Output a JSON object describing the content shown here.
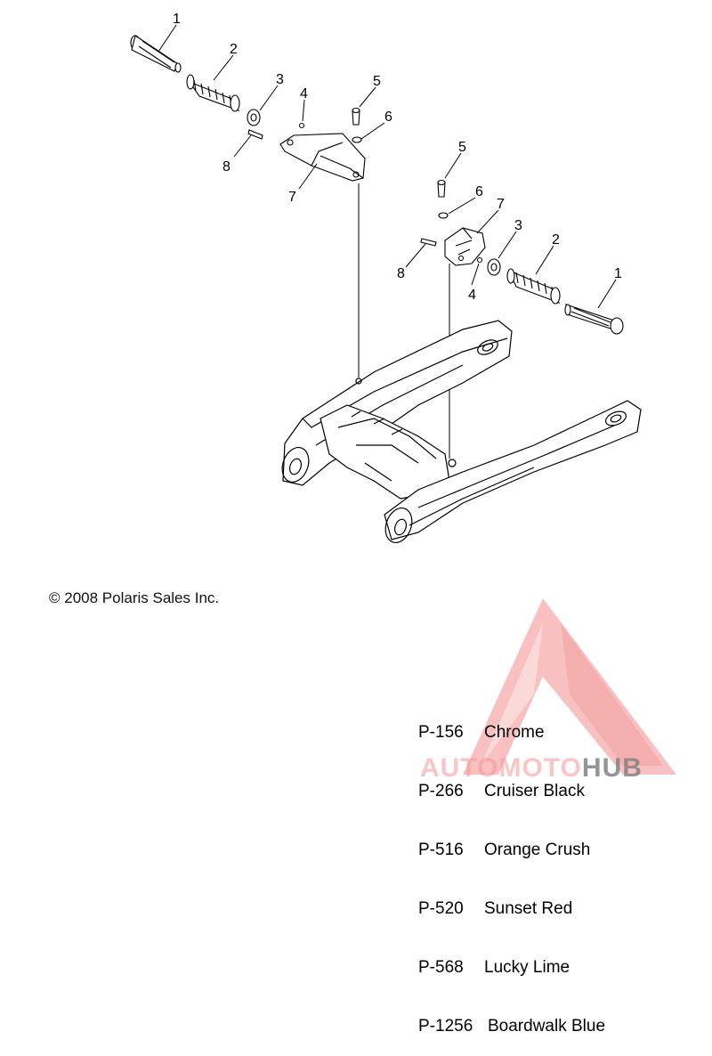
{
  "copyright": "© 2008 Polaris Sales Inc.",
  "callouts": {
    "left": [
      "1",
      "2",
      "3",
      "4",
      "5",
      "6",
      "7",
      "8"
    ],
    "right": [
      "1",
      "2",
      "3",
      "4",
      "5",
      "6",
      "7",
      "8"
    ]
  },
  "legend": [
    {
      "code": "P-156",
      "name": "Chrome"
    },
    {
      "code": "P-266",
      "name": "Cruiser Black"
    },
    {
      "code": "P-516",
      "name": "Orange Crush"
    },
    {
      "code": "P-520",
      "name": "Sunset Red"
    },
    {
      "code": "P-568",
      "name": "Lucky Lime"
    },
    {
      "code": "P-1256",
      "name": "Boardwalk Blue"
    }
  ],
  "watermark": {
    "part1": "AUTOMOTO",
    "part2": "HUB",
    "color": "#f28c8c"
  }
}
